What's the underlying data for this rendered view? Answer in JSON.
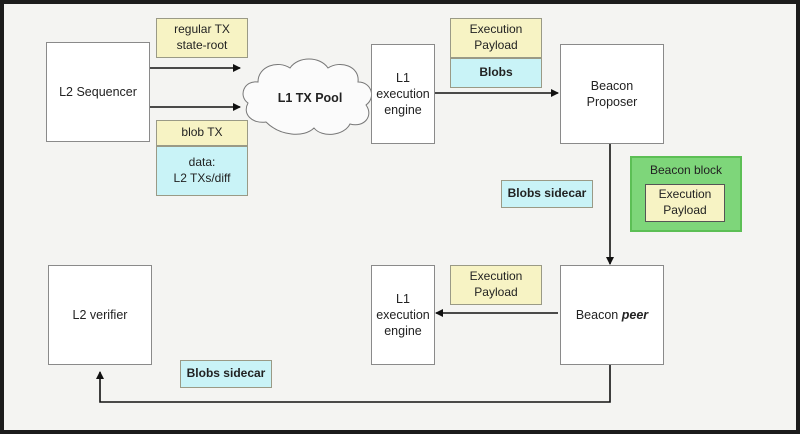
{
  "colors": {
    "yellow_box": "#f7f3c4",
    "cyan_box": "#c9f3f7",
    "green_block": "#7ed67a",
    "arrow": "#111111"
  },
  "nodes": {
    "l2_sequencer": "L2 Sequencer",
    "l1_tx_pool": "L1 TX Pool",
    "l1_engine_top": "L1\nexecution\nengine",
    "beacon_proposer": "Beacon\nProposer",
    "l2_verifier": "L2 verifier",
    "l1_engine_bottom": "L1\nexecution\nengine",
    "beacon_peer_prefix": "Beacon ",
    "beacon_peer_emph": "peer"
  },
  "labels": {
    "regular_tx": "regular TX\nstate-root",
    "blob_tx": "blob TX",
    "blob_data": "data:\nL2 TXs/diff",
    "exec_payload_top": "Execution\nPayload",
    "blobs": "Blobs",
    "blobs_sidecar_right": "Blobs sidecar",
    "beacon_block_title": "Beacon block",
    "beacon_block_payload": "Execution\nPayload",
    "exec_payload_bottom": "Execution\nPayload",
    "blobs_sidecar_bottom": "Blobs sidecar"
  }
}
